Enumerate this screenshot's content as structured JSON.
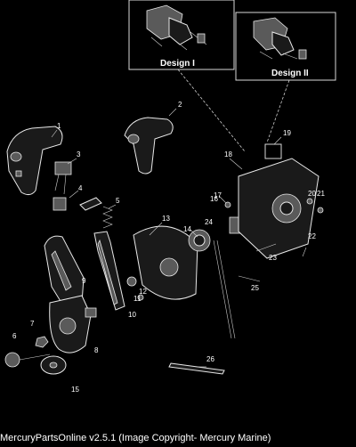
{
  "insets": [
    {
      "label": "Design I"
    },
    {
      "label": "Design II"
    }
  ],
  "parts": [
    {
      "num": "1"
    },
    {
      "num": "2"
    },
    {
      "num": "3"
    },
    {
      "num": "4"
    },
    {
      "num": "5"
    },
    {
      "num": "6"
    },
    {
      "num": "7"
    },
    {
      "num": "8"
    },
    {
      "num": "9"
    },
    {
      "num": "10"
    },
    {
      "num": "11"
    },
    {
      "num": "12"
    },
    {
      "num": "13"
    },
    {
      "num": "14"
    },
    {
      "num": "15"
    },
    {
      "num": "16"
    },
    {
      "num": "17"
    },
    {
      "num": "18"
    },
    {
      "num": "19"
    },
    {
      "num": "20"
    },
    {
      "num": "21"
    },
    {
      "num": "22"
    },
    {
      "num": "23"
    },
    {
      "num": "24"
    },
    {
      "num": "25"
    },
    {
      "num": "26"
    }
  ],
  "caption": "MercuryPartsOnline v2.5.1 (Image Copyright- Mercury Marine)"
}
